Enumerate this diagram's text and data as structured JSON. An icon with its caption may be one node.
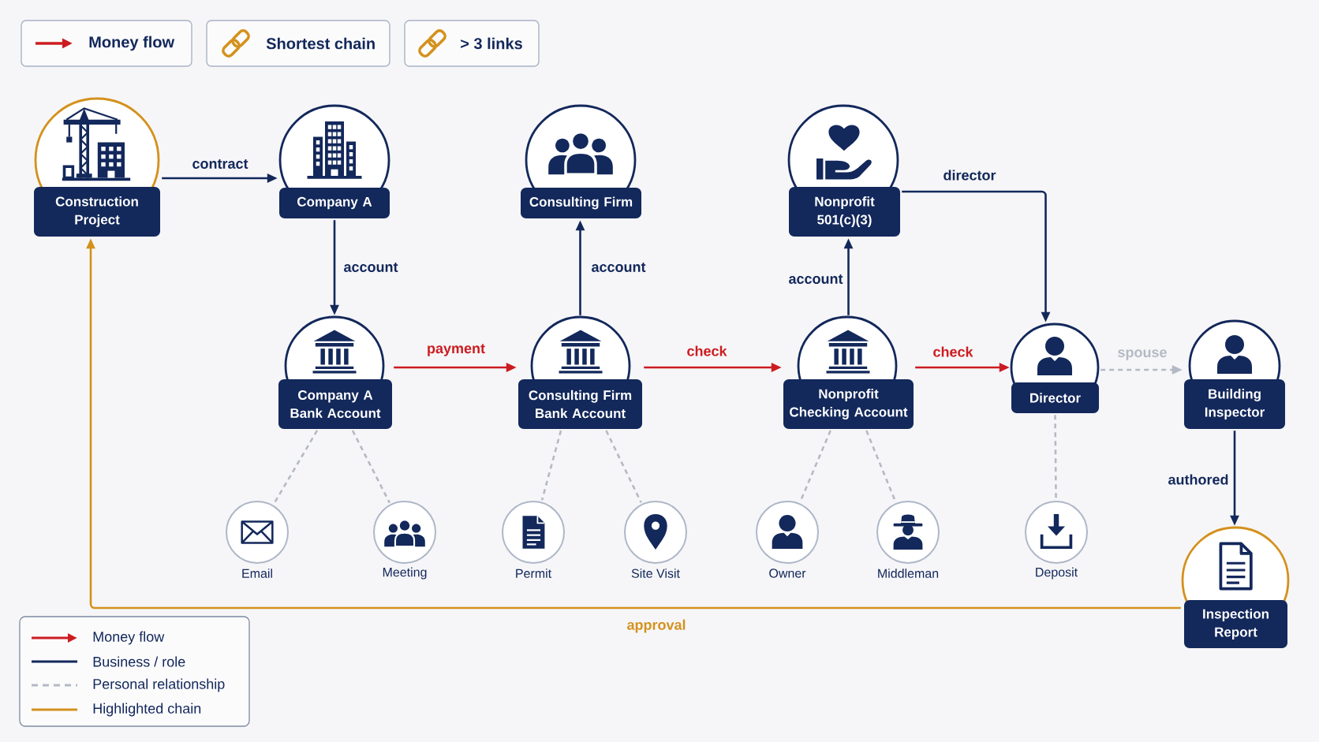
{
  "diagram": {
    "nodes": [
      {
        "text": [
          "Construction Project"
        ]
      },
      {
        "text": [
          "Company A"
        ]
      },
      {
        "text": [
          "Consulting Firm"
        ]
      },
      {
        "text": [
          "Nonprofit 501(c)(3)"
        ]
      },
      {
        "text": [
          "Company A Bank Account"
        ]
      },
      {
        "text": [
          "Consulting Firm Bank Account"
        ]
      },
      {
        "text": [
          "Nonprofit Checking Account"
        ]
      },
      {
        "text": [
          "Director"
        ]
      },
      {
        "text": [
          "Building Inspector"
        ]
      },
      {
        "text": [
          "Email"
        ]
      },
      {
        "text": [
          "Meeting"
        ]
      },
      {
        "text": [
          "Permit"
        ]
      },
      {
        "text": [
          "Site Visit"
        ]
      },
      {
        "text": [
          "Owner"
        ]
      },
      {
        "text": [
          "Middleman"
        ]
      },
      {
        "text": [
          "Deposit"
        ]
      },
      {
        "text": [
          "Inspection Report"
        ]
      }
    ],
    "edges": [
      {
        "from": 0,
        "to": 1,
        "arrow": "to",
        "label": "contract",
        "color": "#13285b"
      },
      {
        "from": 1,
        "to": 4,
        "arrow": "to",
        "label": "account",
        "color": "#13285b"
      },
      {
        "from": 5,
        "to": 2,
        "arrow": "to",
        "label": "account",
        "color": "#13285b"
      },
      {
        "from": 6,
        "to": 3,
        "arrow": "to",
        "label": "account",
        "color": "#13285b"
      },
      {
        "from": 3,
        "to": 7,
        "arrow": "to",
        "label": "director",
        "color": "#13285b"
      },
      {
        "from": 4,
        "to": 5,
        "arrow": "to",
        "label": "payment",
        "color": "#cc1c20"
      },
      {
        "from": 5,
        "to": 6,
        "arrow": "to",
        "label": "check",
        "color": "#cc1c20"
      },
      {
        "from": 6,
        "to": 7,
        "arrow": "to",
        "label": "check",
        "color": "#cc1c20"
      },
      {
        "from": 7,
        "to": 8,
        "arrow": "to",
        "label": "spouse",
        "style": "dashed",
        "color": "#b4bac4"
      },
      {
        "from": 8,
        "to": 16,
        "arrow": "to",
        "label": "authored",
        "color": "#13285b"
      },
      {
        "from": 16,
        "to": 0,
        "arrow": "to",
        "label": "approval",
        "color": "#d4911c"
      },
      {
        "from": 4,
        "to": 9,
        "arrow": "none",
        "style": "dashed",
        "color": "#b4bac4"
      },
      {
        "from": 4,
        "to": 10,
        "arrow": "none",
        "style": "dashed",
        "color": "#b4bac4"
      },
      {
        "from": 5,
        "to": 11,
        "arrow": "none",
        "style": "dashed",
        "color": "#b4bac4"
      },
      {
        "from": 5,
        "to": 12,
        "arrow": "none",
        "style": "dashed",
        "color": "#b4bac4"
      },
      {
        "from": 6,
        "to": 13,
        "arrow": "none",
        "style": "dashed",
        "color": "#b4bac4"
      },
      {
        "from": 6,
        "to": 14,
        "arrow": "none",
        "style": "dashed",
        "color": "#b4bac4"
      },
      {
        "from": 7,
        "to": 15,
        "arrow": "none",
        "style": "dashed",
        "color": "#b4bac4"
      }
    ],
    "labels": [
      "Money flow",
      "Shortest chain",
      "> 3 links"
    ],
    "legend": [
      {
        "text": "Money flow"
      },
      {
        "text": "Business / role"
      },
      {
        "text": "Personal relationship"
      },
      {
        "text": "Highlighted chain"
      }
    ]
  }
}
